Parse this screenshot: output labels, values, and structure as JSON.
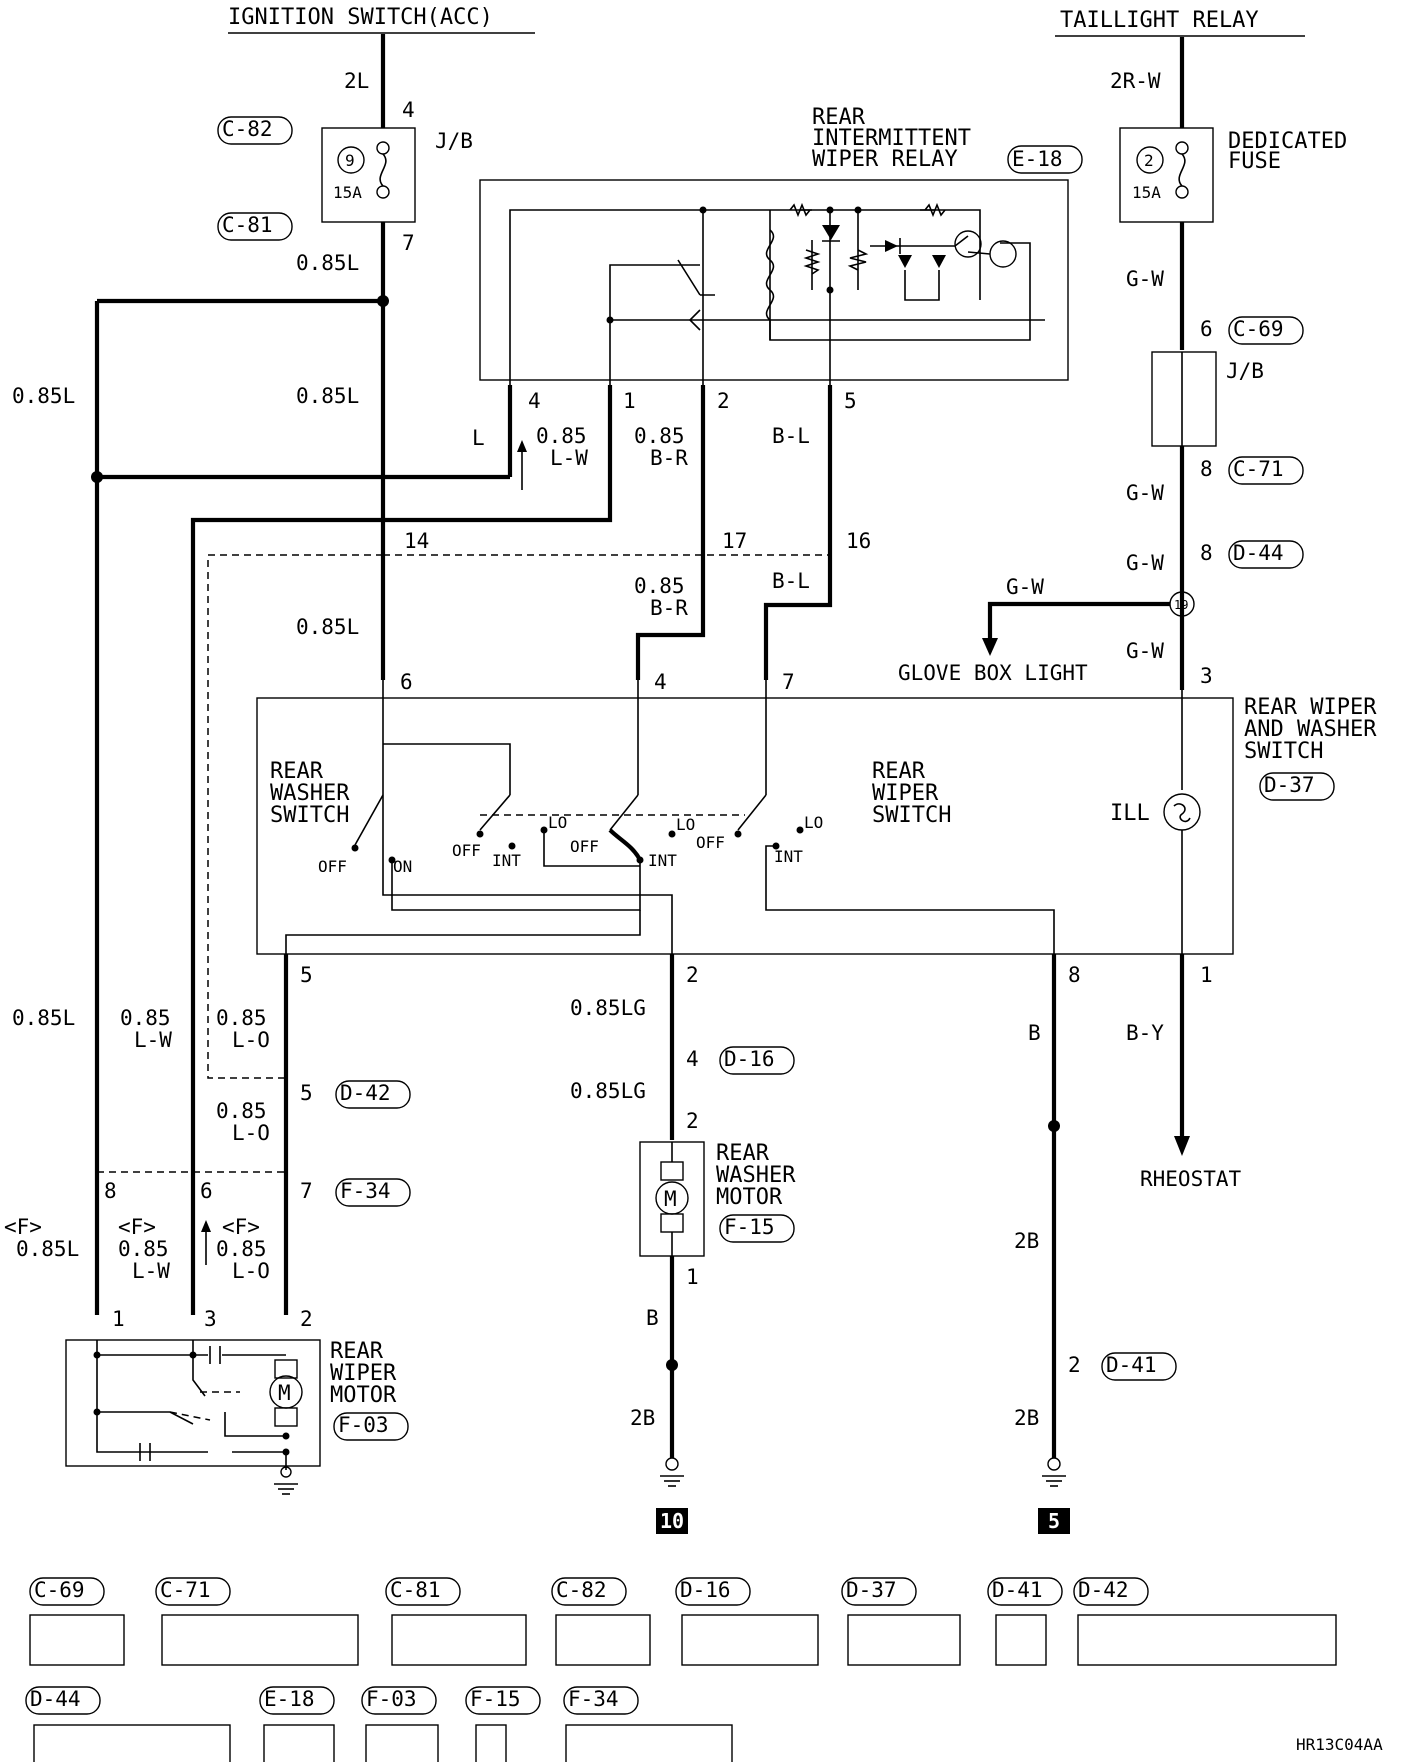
{
  "sources": {
    "ignition": "IGNITION SWITCH(ACC)",
    "taillight": "TAILLIGHT RELAY"
  },
  "connectors": {
    "c82": "C-82",
    "c81": "C-81",
    "e18": "E-18",
    "c69": "C-69",
    "c71": "C-71",
    "d44": "D-44",
    "d37": "D-37",
    "d42": "D-42",
    "f34": "F-34",
    "d16": "D-16",
    "f15": "F-15",
    "f03": "F-03",
    "d41": "D-41",
    "d16b": "D-16",
    "d37b": "D-37",
    "d41b": "D-41",
    "d42b": "D-42",
    "c69b": "C-69",
    "c71b": "C-71",
    "c81b": "C-81",
    "c82b": "C-82",
    "d44b": "D-44",
    "e18b": "E-18",
    "f03b": "F-03",
    "f15b": "F-15",
    "f34b": "F-34"
  },
  "components": {
    "jb_left": "J/B",
    "fuse9_no": "9",
    "fuse9_amp": "15A",
    "relay_l1": "REAR",
    "relay_l2": "INTERMITTENT",
    "relay_l3": "WIPER RELAY",
    "ded_l1": "DEDICATED",
    "ded_l2": "FUSE",
    "fuse2_no": "2",
    "fuse2_amp": "15A",
    "jb_right": "J/B",
    "switch_l1": "REAR WIPER",
    "switch_l2": "AND WASHER",
    "switch_l3": "SWITCH",
    "washer_sw1": "REAR",
    "washer_sw2": "WASHER",
    "washer_sw3": "SWITCH",
    "wiper_sw1": "REAR",
    "wiper_sw2": "WIPER",
    "wiper_sw3": "SWITCH",
    "ill": "ILL",
    "glovebox": "GLOVE BOX LIGHT",
    "rheostat": "RHEOSTAT",
    "washer_m1": "REAR",
    "washer_m2": "WASHER",
    "washer_m3": "MOTOR",
    "wiper_m1": "REAR",
    "wiper_m2": "WIPER",
    "wiper_m3": "MOTOR",
    "m_symbol": "M",
    "ground10": "10",
    "ground5": "5",
    "diagram_code": "HR13C04AA"
  },
  "switch_positions": {
    "off": "OFF",
    "on": "ON",
    "int": "INT",
    "lo": "LO"
  },
  "wires": {
    "w2L": "2L",
    "w2RW": "2R-W",
    "w085L": "0.85L",
    "wGW": "G-W",
    "wL": "L",
    "w085": "0.85",
    "wLW": "L-W",
    "wBR": "B-R",
    "wBL": "B-L",
    "wLO": "L-O",
    "w085LG": "0.85LG",
    "wB": "B",
    "wBY": "B-Y",
    "w2B": "2B",
    "wF": "<F>"
  },
  "pins": {
    "p1": "1",
    "p2": "2",
    "p3": "3",
    "p4": "4",
    "p5": "5",
    "p6": "6",
    "p7": "7",
    "p8": "8",
    "p14": "14",
    "p16": "16",
    "p17": "17",
    "p19": "19"
  }
}
